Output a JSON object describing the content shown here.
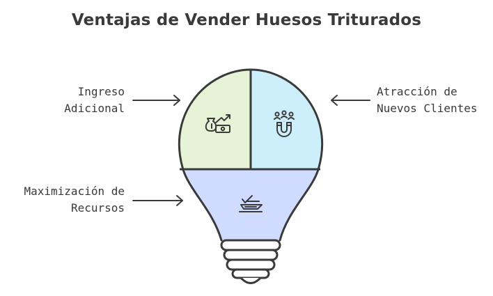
{
  "title": "Ventajas de Vender Huesos Triturados",
  "segments": {
    "ingreso": {
      "line1": "Ingreso",
      "line2": "Adicional",
      "color": "#e6f3d6",
      "icon": "money-growth-icon"
    },
    "atraccion": {
      "line1": "Atracción de",
      "line2": "Nuevos Clientes",
      "color": "#cdeefb",
      "icon": "magnet-people-icon"
    },
    "maximizacion": {
      "line1": "Maximización de",
      "line2": "Recursos",
      "color": "#cfdcff",
      "icon": "resource-grinder-icon"
    }
  },
  "colors": {
    "stroke": "#3a3a3a",
    "text": "#3a3a3a"
  }
}
